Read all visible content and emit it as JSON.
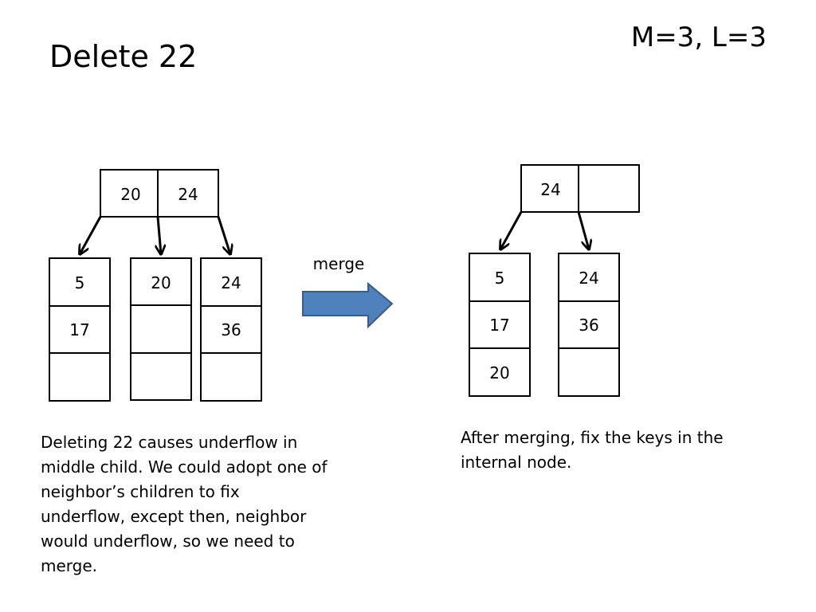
{
  "slide": {
    "title": "Delete 22",
    "params": "M=3, L=3"
  },
  "before_tree": {
    "root_keys": [
      "20",
      "24"
    ],
    "leaves": [
      [
        "5",
        "17",
        ""
      ],
      [
        "20",
        "",
        ""
      ],
      [
        "24",
        "36",
        ""
      ]
    ]
  },
  "arrow": {
    "label": "merge",
    "color": "#4f81bd"
  },
  "after_tree": {
    "root_keys": [
      "24",
      ""
    ],
    "leaves": [
      [
        "5",
        "17",
        "20"
      ],
      [
        "24",
        "36",
        ""
      ]
    ]
  },
  "captions": {
    "left": "Deleting 22 causes underflow in middle child.  We could adopt one of neighbor’s children to fix underflow, except then, neighbor would underflow, so we need to merge.",
    "right": "After merging, fix the keys in the internal node."
  }
}
